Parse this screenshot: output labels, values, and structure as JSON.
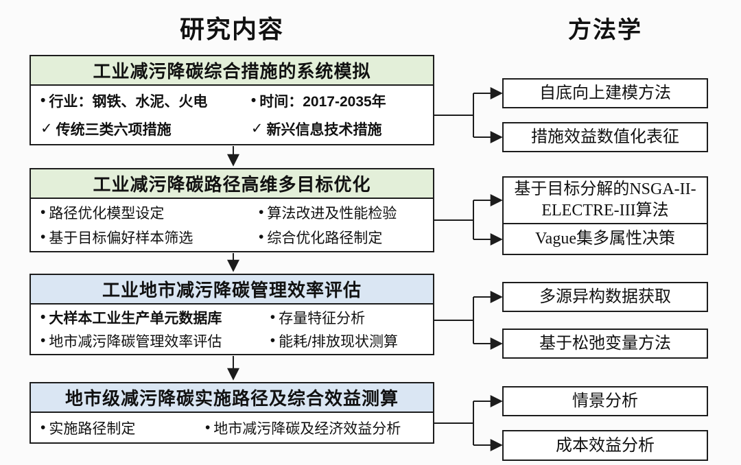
{
  "titles": {
    "left": "研究内容",
    "right": "方法学"
  },
  "colors": {
    "green_header": "#e3efd9",
    "blue_header": "#dae6f3",
    "line": "#1c1c1c",
    "page_bg": "#fbfbfb",
    "box_bg": "#ffffff"
  },
  "sections": [
    {
      "title": "工业减污降碳综合措施的系统模拟",
      "items": [
        {
          "marker": "•",
          "text": "行业：钢铁、水泥、火电"
        },
        {
          "marker": "•",
          "text": "时间：2017-2035年"
        },
        {
          "marker": "✓",
          "text": "传统三类六项措施"
        },
        {
          "marker": "✓",
          "text": "新兴信息技术措施"
        }
      ],
      "methods": [
        "自底向上建模方法",
        "措施效益数值化表征"
      ]
    },
    {
      "title": "工业减污降碳路径高维多目标优化",
      "items": [
        {
          "marker": "•",
          "text": "路径优化模型设定"
        },
        {
          "marker": "•",
          "text": "算法改进及性能检验"
        },
        {
          "marker": "•",
          "text": "基于目标偏好样本筛选"
        },
        {
          "marker": "•",
          "text": "综合优化路径制定"
        }
      ],
      "methods": [
        "基于目标分解的NSGA-II-ELECTRE-III算法",
        "Vague集多属性决策"
      ]
    },
    {
      "title": "工业地市减污降碳管理效率评估",
      "items": [
        {
          "marker": "•",
          "text": "大样本工业生产单元数据库"
        },
        {
          "marker": "•",
          "text": "存量特征分析"
        },
        {
          "marker": "•",
          "text": "地市减污降碳管理效率评估"
        },
        {
          "marker": "•",
          "text": "能耗/排放现状测算"
        }
      ],
      "methods": [
        "多源异构数据获取",
        "基于松弛变量方法"
      ]
    },
    {
      "title": "地市级减污降碳实施路径及综合效益测算",
      "items": [
        {
          "marker": "•",
          "text": "实施路径制定"
        },
        {
          "marker": "•",
          "text": "地市减污降碳及经济效益分析"
        }
      ],
      "methods": [
        "情景分析",
        "成本效益分析"
      ]
    }
  ]
}
